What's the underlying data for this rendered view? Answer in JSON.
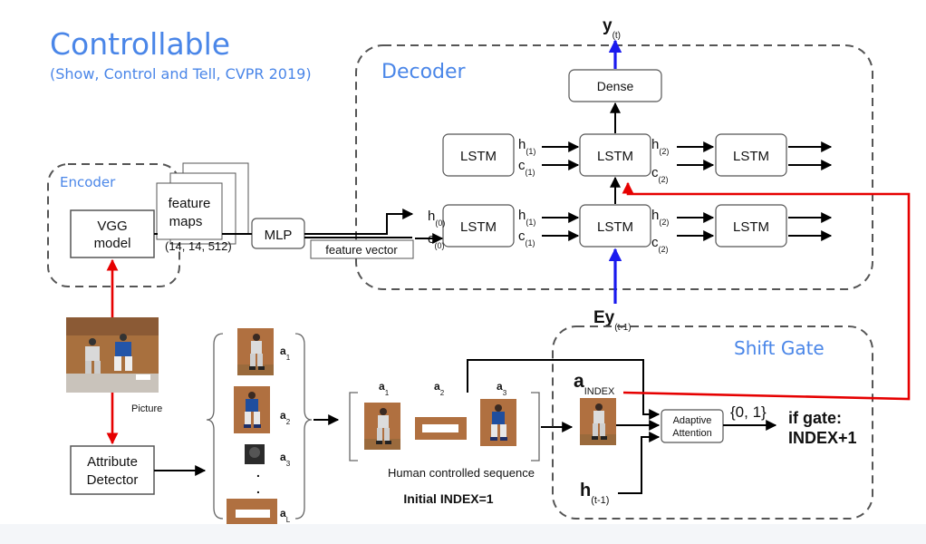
{
  "title": "Controllable",
  "subtitle": "(Show, Control and Tell, CVPR 2019)",
  "decoder": {
    "label": "Decoder",
    "lstm_label": "LSTM",
    "dense_label": "Dense",
    "output": "y",
    "output_sub": "(t)",
    "input": "Ey",
    "input_sub": "(t-1)",
    "h": "h",
    "c": "c",
    "sub0": "(0)",
    "sub1": "(1)",
    "sub2": "(2)"
  },
  "encoder": {
    "label": "Encoder",
    "vgg_line1": "VGG",
    "vgg_line2": "model",
    "fm_line1": "feature",
    "fm_line2": "maps",
    "fm_dims": "(14, 14, 512)",
    "mlp": "MLP",
    "feature_vector": "feature vector"
  },
  "picture_label": "Picture",
  "attribute_line1": "Attribute",
  "attribute_line2": "Detector",
  "attributes": {
    "a": "a",
    "subs": [
      "1",
      "2",
      "3",
      "L"
    ],
    "dots": "."
  },
  "sequence": {
    "caption": "Human controlled sequence",
    "initial": "Initial INDEX=1",
    "subs": [
      "1",
      "2",
      "3"
    ]
  },
  "shift_gate": {
    "label": "Shift Gate",
    "a_index": "a",
    "index_sub": "INDEX",
    "h": "h",
    "h_sub": "(t-1)",
    "adaptive_line1": "Adaptive",
    "adaptive_line2": "Attention",
    "gate_values": "{0, 1}",
    "if_gate": "if gate:",
    "index_plus": "INDEX+1"
  },
  "colors": {
    "title": "#4a86e8",
    "red_arrow": "#e60000",
    "blue_arrow": "#1a1aee"
  }
}
